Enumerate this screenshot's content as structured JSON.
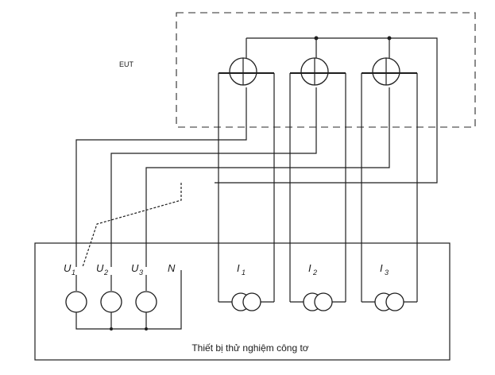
{
  "eut_label": "EUT",
  "test_equipment_label": "Thiết bị thử nghiệm công tơ",
  "voltage_terminals": [
    {
      "letter": "U",
      "sub": "1"
    },
    {
      "letter": "U",
      "sub": "2"
    },
    {
      "letter": "U",
      "sub": "3"
    }
  ],
  "neutral_label": "N",
  "current_terminals": [
    {
      "letter": "I",
      "sub": "1"
    },
    {
      "letter": "I",
      "sub": "2"
    },
    {
      "letter": "I",
      "sub": "3"
    }
  ]
}
